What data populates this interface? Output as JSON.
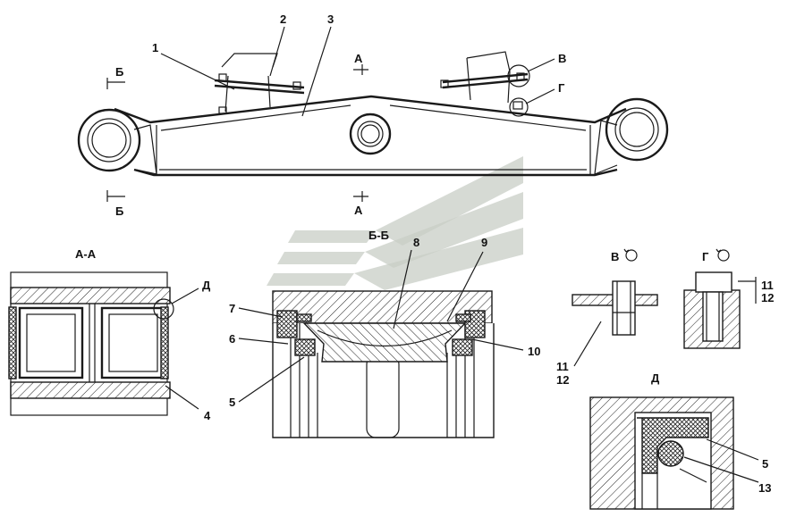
{
  "callouts": {
    "c1": "1",
    "c2": "2",
    "c3": "3",
    "c4": "4",
    "c5": "5",
    "c6": "6",
    "c7": "7",
    "c8": "8",
    "c9": "9",
    "c10": "10",
    "c11": "11",
    "c12": "12",
    "c13": "13"
  },
  "section_markers": {
    "a_top": "А",
    "a_bottom": "А",
    "b_top": "Б",
    "b_bottom": "Б",
    "v": "В",
    "g": "Г"
  },
  "view_titles": {
    "section_aa": "А-А",
    "section_bb": "Б-Б",
    "view_v": "В",
    "view_g": "Г",
    "view_d": "Д"
  },
  "detail_marker_d": "Д"
}
